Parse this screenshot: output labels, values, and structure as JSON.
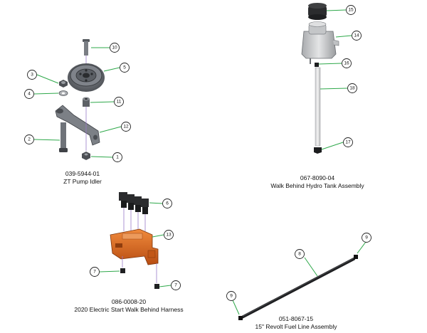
{
  "colors": {
    "leader": "#2ea84a",
    "metal": "#6d7178",
    "metal_dark": "#3c3f44",
    "housing": "#d8d8d8",
    "harness_orange": "#d9641e",
    "wire": "#9a7ac8"
  },
  "assemblies": [
    {
      "part_number": "039-5944-01",
      "name": "ZT Pump Idler"
    },
    {
      "part_number": "067-8090-04",
      "name": "Walk Behind Hydro Tank Assembly"
    },
    {
      "part_number": "086-0008-20",
      "name": "2020 Electric Start Walk Behind Harness"
    },
    {
      "part_number": "051-8067-15",
      "name": "15\" Revolt Fuel Line Assembly"
    }
  ],
  "callouts": [
    "10",
    "5",
    "3",
    "4",
    "11",
    "12",
    "2",
    "1",
    "15",
    "14",
    "16",
    "18",
    "17",
    "6",
    "13",
    "7",
    "7",
    "9",
    "8",
    "9"
  ]
}
